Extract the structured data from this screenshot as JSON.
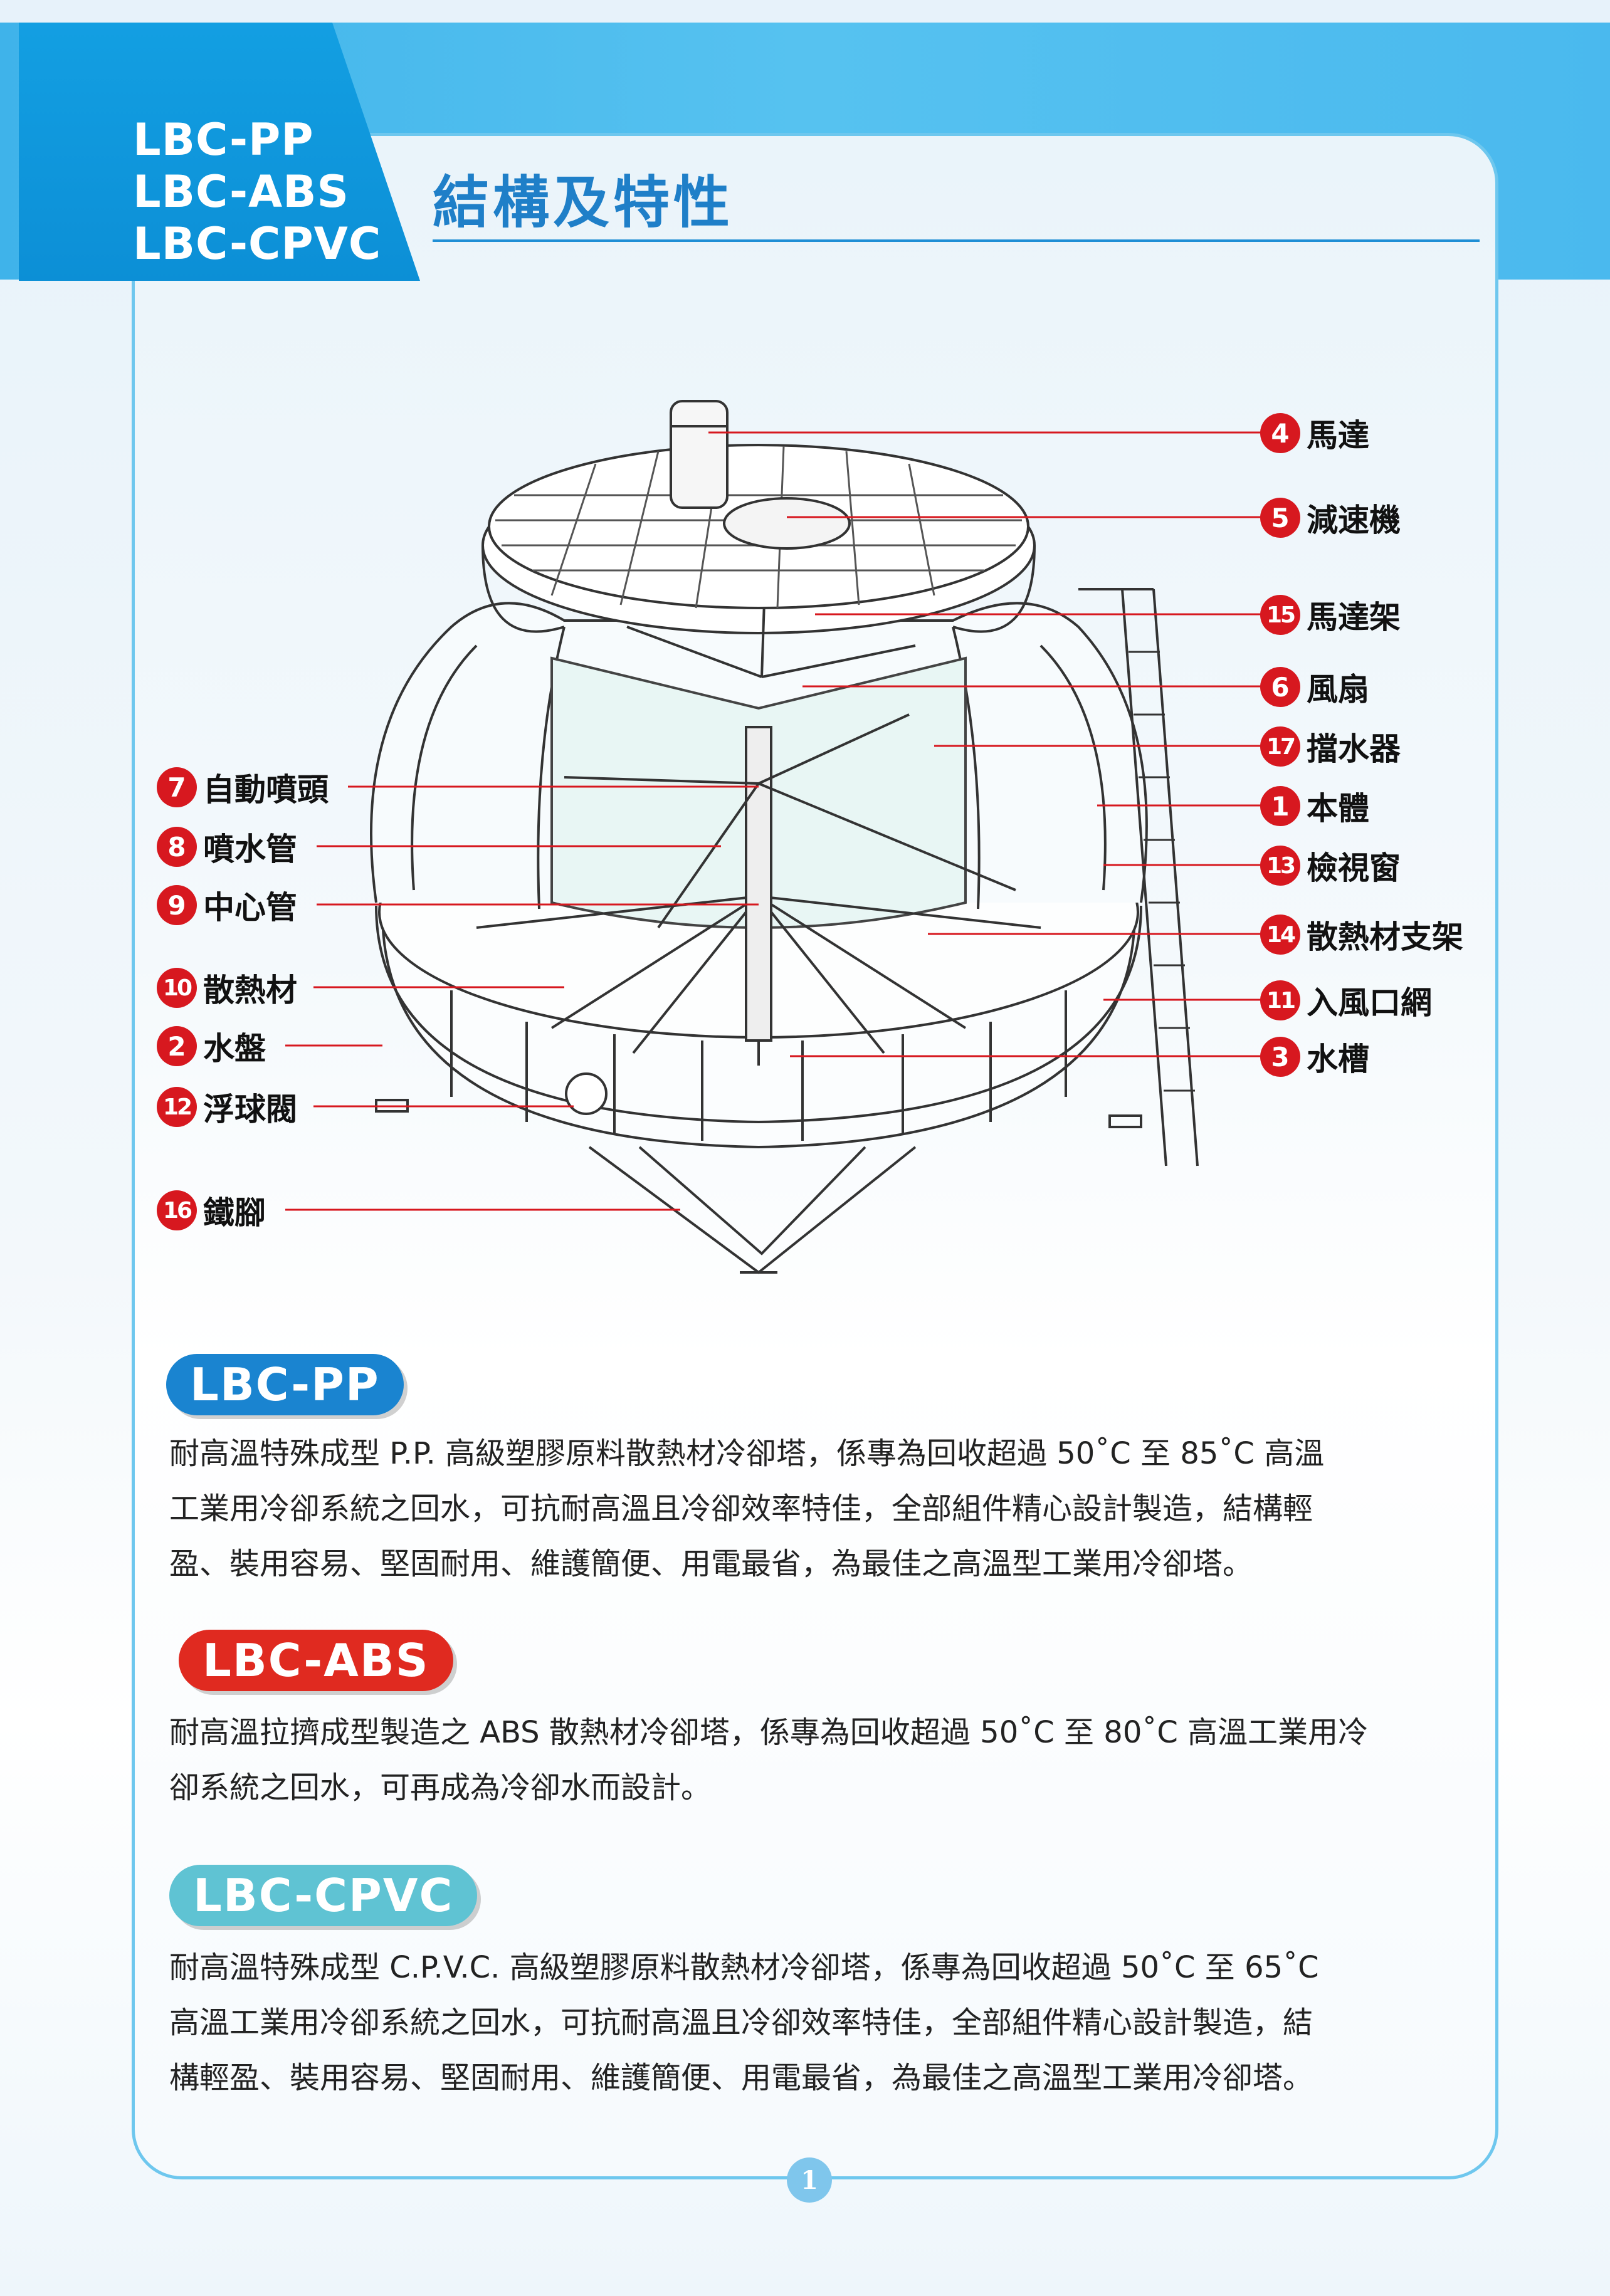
{
  "header": {
    "models": [
      "LBC-PP",
      "LBC-ABS",
      "LBC-CPVC"
    ],
    "title": "結構及特性"
  },
  "callouts_right": [
    {
      "num": "4",
      "label": "馬達"
    },
    {
      "num": "5",
      "label": "減速機"
    },
    {
      "num": "15",
      "label": "馬達架"
    },
    {
      "num": "6",
      "label": "風扇"
    },
    {
      "num": "17",
      "label": "擋水器"
    },
    {
      "num": "1",
      "label": "本體"
    },
    {
      "num": "13",
      "label": "檢視窗"
    },
    {
      "num": "14",
      "label": "散熱材支架"
    },
    {
      "num": "11",
      "label": "入風口網"
    },
    {
      "num": "3",
      "label": "水槽"
    }
  ],
  "callouts_left": [
    {
      "num": "7",
      "label": "自動噴頭"
    },
    {
      "num": "8",
      "label": "噴水管"
    },
    {
      "num": "9",
      "label": "中心管"
    },
    {
      "num": "10",
      "label": "散熱材"
    },
    {
      "num": "2",
      "label": "水盤"
    },
    {
      "num": "12",
      "label": "浮球閥"
    },
    {
      "num": "16",
      "label": "鐵腳"
    }
  ],
  "sections": [
    {
      "name": "LBC-PP",
      "color": "#1a84d0",
      "lines": [
        "耐高溫特殊成型 P.P. 高級塑膠原料散熱材冷卻塔，係專為回收超過 50˚C 至 85˚C 高溫",
        "工業用冷卻系統之回水，可抗耐高溫且冷卻效率特佳，全部組件精心設計製造，結構輕",
        "盈、裝用容易、堅固耐用、維護簡便、用電最省，為最佳之高溫型工業用冷卻塔。"
      ]
    },
    {
      "name": "LBC-ABS",
      "color": "#e02a20",
      "lines": [
        "耐高溫拉擠成型製造之 ABS 散熱材冷卻塔，係專為回收超過 50˚C 至 80˚C 高溫工業用冷",
        "卻系統之回水，可再成為冷卻水而設計。"
      ]
    },
    {
      "name": "LBC-CPVC",
      "color": "#5fc3d3",
      "lines": [
        "耐高溫特殊成型 C.P.V.C. 高級塑膠原料散熱材冷卻塔，係專為回收超過 50˚C 至 65˚C",
        "高溫工業用冷卻系統之回水，可抗耐高溫且冷卻效率特佳，全部組件精心設計製造，結",
        "構輕盈、裝用容易、堅固耐用、維護簡便、用電最省，為最佳之高溫型工業用冷卻塔。"
      ]
    }
  ],
  "page_number": "1",
  "colors": {
    "band": "#4ab9ee",
    "tab": "#0c8fd6",
    "title": "#1f7fc8",
    "badge": "#d7181f"
  }
}
